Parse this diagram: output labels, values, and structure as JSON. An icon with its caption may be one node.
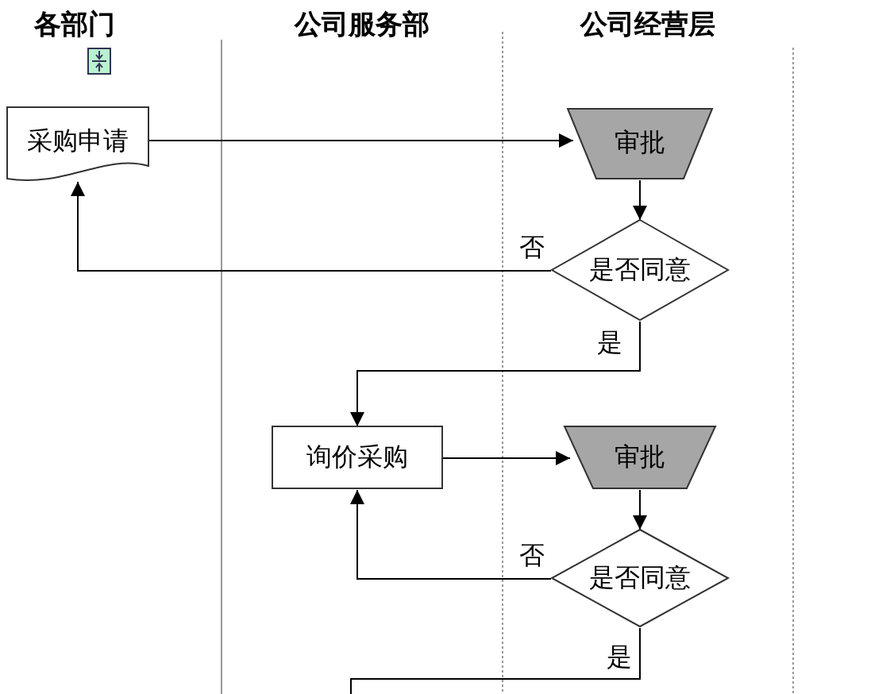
{
  "diagram": {
    "nodes": [
      {
        "text": [
          "采购申请"
        ]
      },
      {
        "text": [
          "审批"
        ]
      },
      {
        "text": [
          "是否同意"
        ]
      },
      {
        "text": [
          "询价采购"
        ]
      },
      {
        "text": [
          "审批"
        ]
      },
      {
        "text": [
          "是否同意"
        ]
      }
    ],
    "edges": [
      {
        "from": 0,
        "to": 1,
        "arrow": "to"
      },
      {
        "from": 1,
        "to": 2,
        "arrow": "to"
      },
      {
        "from": 2,
        "to": 0,
        "arrow": "to",
        "label": "否"
      },
      {
        "from": 2,
        "to": 3,
        "arrow": "to",
        "label": "是"
      },
      {
        "from": 3,
        "to": 4,
        "arrow": "to"
      },
      {
        "from": 4,
        "to": 5,
        "arrow": "to"
      },
      {
        "from": 5,
        "to": 3,
        "arrow": "to",
        "label": "否"
      },
      {
        "from": 5,
        "to": null,
        "arrow": "none",
        "label": "是"
      }
    ],
    "labels": [
      "各部门",
      "公司服务部",
      "公司经营层"
    ]
  }
}
